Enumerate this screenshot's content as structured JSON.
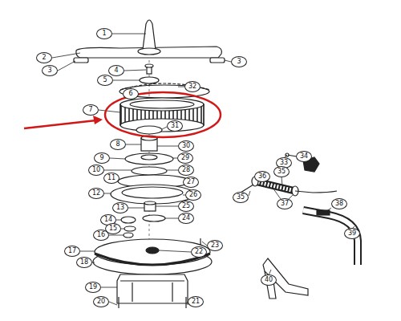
{
  "diagram": {
    "labels": [
      "1",
      "2",
      "3",
      "3",
      "4",
      "5",
      "32",
      "6",
      "7",
      "31",
      "8",
      "30",
      "9",
      "29",
      "10",
      "11",
      "28",
      "27",
      "12",
      "26",
      "13",
      "25",
      "24",
      "14",
      "15",
      "16",
      "23",
      "17",
      "22",
      "18",
      "19",
      "20",
      "21",
      "33",
      "34",
      "35",
      "36",
      "35",
      "37",
      "38",
      "39",
      "40"
    ]
  }
}
